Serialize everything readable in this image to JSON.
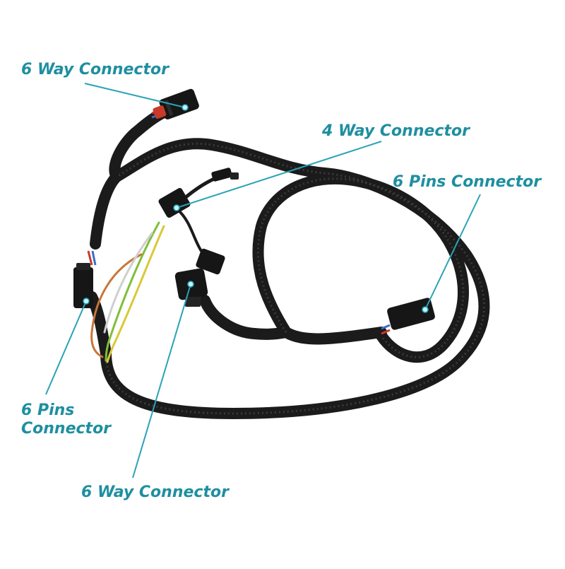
{
  "colors": {
    "label": "#1e8fa0",
    "leader": "#2aa3b4",
    "cable": "#1b1b1b",
    "connector": "#161616",
    "wire_green": "#7fbf3a",
    "wire_yellow": "#d8c93a",
    "wire_orange": "#c8763a",
    "wire_red": "#c83a2a",
    "wire_blue": "#3a6cc8",
    "background": "#ffffff"
  },
  "labels": {
    "top_left": "6 Way Connector",
    "four_way": "4 Way Connector",
    "six_pins_right": "6 Pins Connector",
    "six_pins_left_line1": "6 Pins",
    "six_pins_left_line2": "Connector",
    "bottom": "6 Way Connector"
  }
}
